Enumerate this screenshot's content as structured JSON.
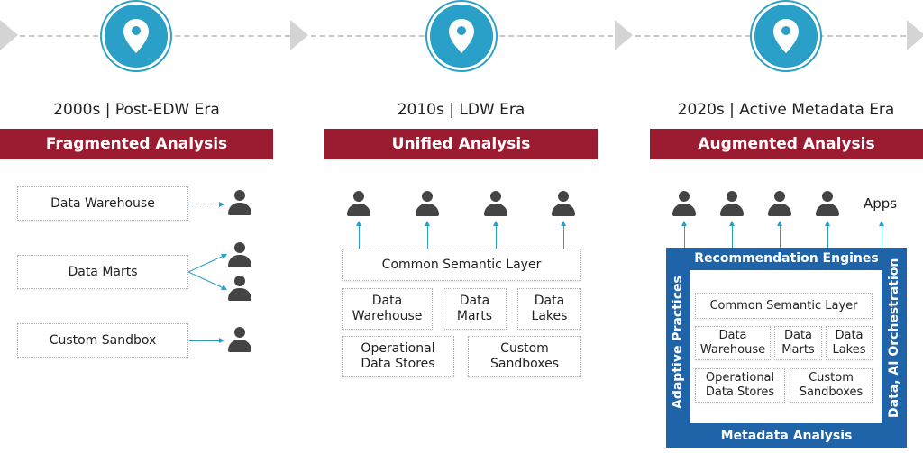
{
  "timeline": {
    "icon": "map-pin-icon",
    "eras": [
      {
        "label": "2000s | Post-EDW Era",
        "banner": "Fragmented Analysis"
      },
      {
        "label": "2010s | LDW Era",
        "banner": "Unified Analysis"
      },
      {
        "label": "2020s | Active Metadata Era",
        "banner": "Augmented Analysis"
      }
    ]
  },
  "fragmented": {
    "sources": [
      "Data Warehouse",
      "Data Marts",
      "Custom Sandbox"
    ],
    "user_icon": "user-icon"
  },
  "unified": {
    "semantic_layer": "Common Semantic Layer",
    "stores": [
      "Data\nWarehouse",
      "Data\nMarts",
      "Data\nLakes",
      "Operational\nData Stores",
      "Custom\nSandboxes"
    ]
  },
  "augmented": {
    "apps_label": "Apps",
    "top": "Recommendation Engines",
    "bottom": "Metadata Analysis",
    "left": "Adaptive Practices",
    "right": "Data, AI Orchestration",
    "semantic_layer": "Common Semantic Layer",
    "stores": [
      "Data\nWarehouse",
      "Data\nMarts",
      "Data\nLakes",
      "Operational\nData Stores",
      "Custom\nSandboxes"
    ]
  },
  "colors": {
    "accent_blue": "#2a9fc7",
    "banner_red": "#9b1c31",
    "frame_blue": "#1f63a8"
  }
}
